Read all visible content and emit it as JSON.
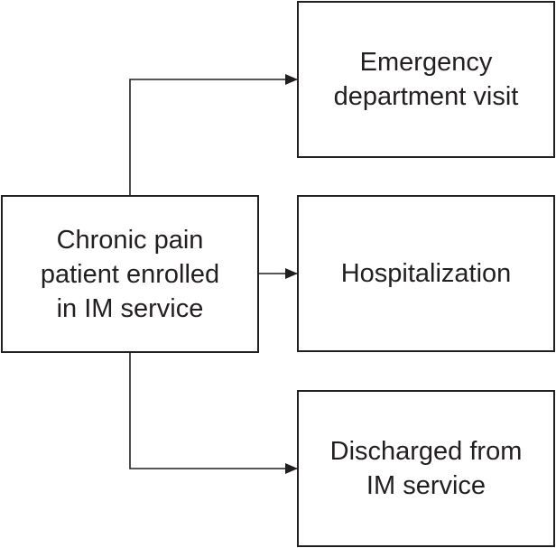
{
  "diagram": {
    "source": {
      "label": "Chronic pain\npatient enrolled\nin IM service"
    },
    "targets": [
      {
        "label": "Emergency\ndepartment visit"
      },
      {
        "label": "Hospitalization"
      },
      {
        "label": "Discharged from\nIM service"
      }
    ],
    "colors": {
      "line": "#231f20",
      "box_fill": "#ffffff",
      "text": "#231f20"
    }
  }
}
